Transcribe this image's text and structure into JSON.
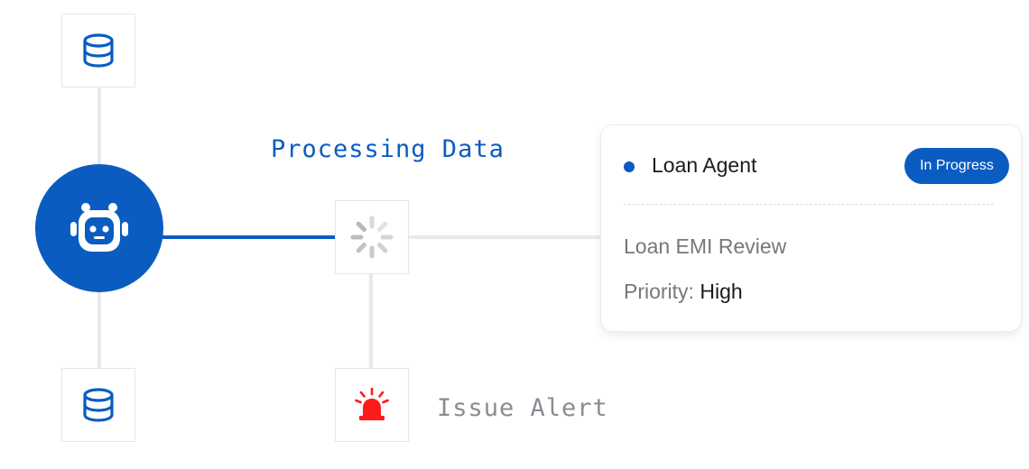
{
  "colors": {
    "brand_blue": "#0a5cc0",
    "alert_red": "#ff1a1a",
    "connector_gray": "#e9e9ec",
    "muted_text": "#8b8b92"
  },
  "nodes": {
    "top_database": {
      "icon": "database-icon"
    },
    "bottom_database": {
      "icon": "database-icon"
    },
    "agent": {
      "icon": "robot-icon"
    },
    "processing": {
      "icon": "loading-spinner-icon",
      "label": "Processing Data"
    },
    "alert": {
      "icon": "siren-icon",
      "label": "Issue Alert"
    }
  },
  "card": {
    "title": "Loan Agent",
    "status": "In Progress",
    "subtitle": "Loan EMI Review",
    "priority_label": "Priority:",
    "priority_value": "High"
  }
}
